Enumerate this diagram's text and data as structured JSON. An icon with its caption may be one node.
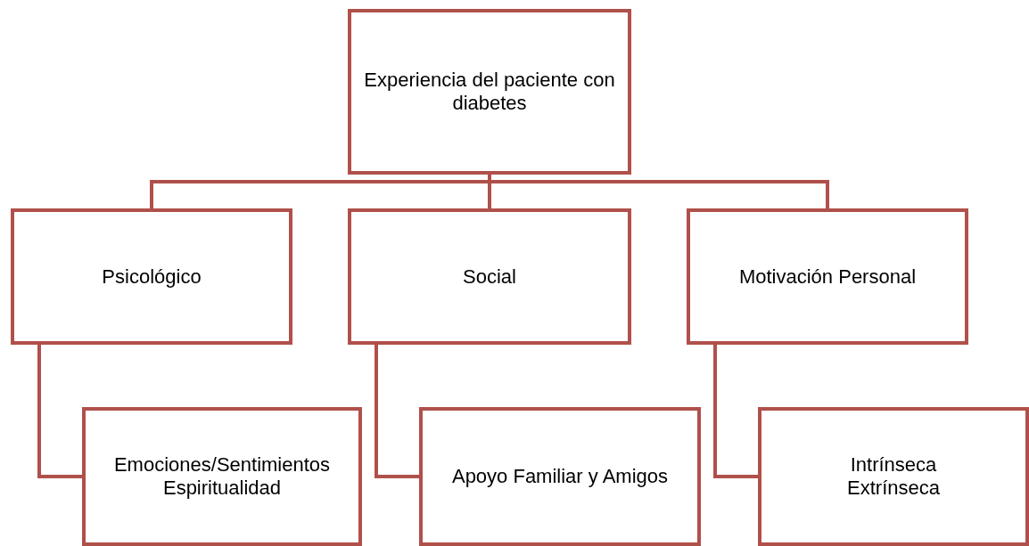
{
  "diagram": {
    "nodes": [
      {
        "text": [
          "Experiencia del paciente con diabetes"
        ]
      },
      {
        "text": [
          "Psicológico"
        ]
      },
      {
        "text": [
          "Social"
        ]
      },
      {
        "text": [
          "Motivación Personal"
        ]
      },
      {
        "text": [
          "Emociones/Sentimientos",
          "Espiritualidad"
        ]
      },
      {
        "text": [
          "Apoyo Familiar y Amigos"
        ]
      },
      {
        "text": [
          "Intrínseca",
          "Extrínseca"
        ]
      }
    ],
    "edges": [
      {
        "from": 0,
        "to": 1,
        "arrow": "none"
      },
      {
        "from": 0,
        "to": 2,
        "arrow": "none"
      },
      {
        "from": 0,
        "to": 3,
        "arrow": "none"
      },
      {
        "from": 1,
        "to": 4,
        "arrow": "none"
      },
      {
        "from": 2,
        "to": 5,
        "arrow": "none"
      },
      {
        "from": 3,
        "to": 6,
        "arrow": "none"
      }
    ]
  }
}
